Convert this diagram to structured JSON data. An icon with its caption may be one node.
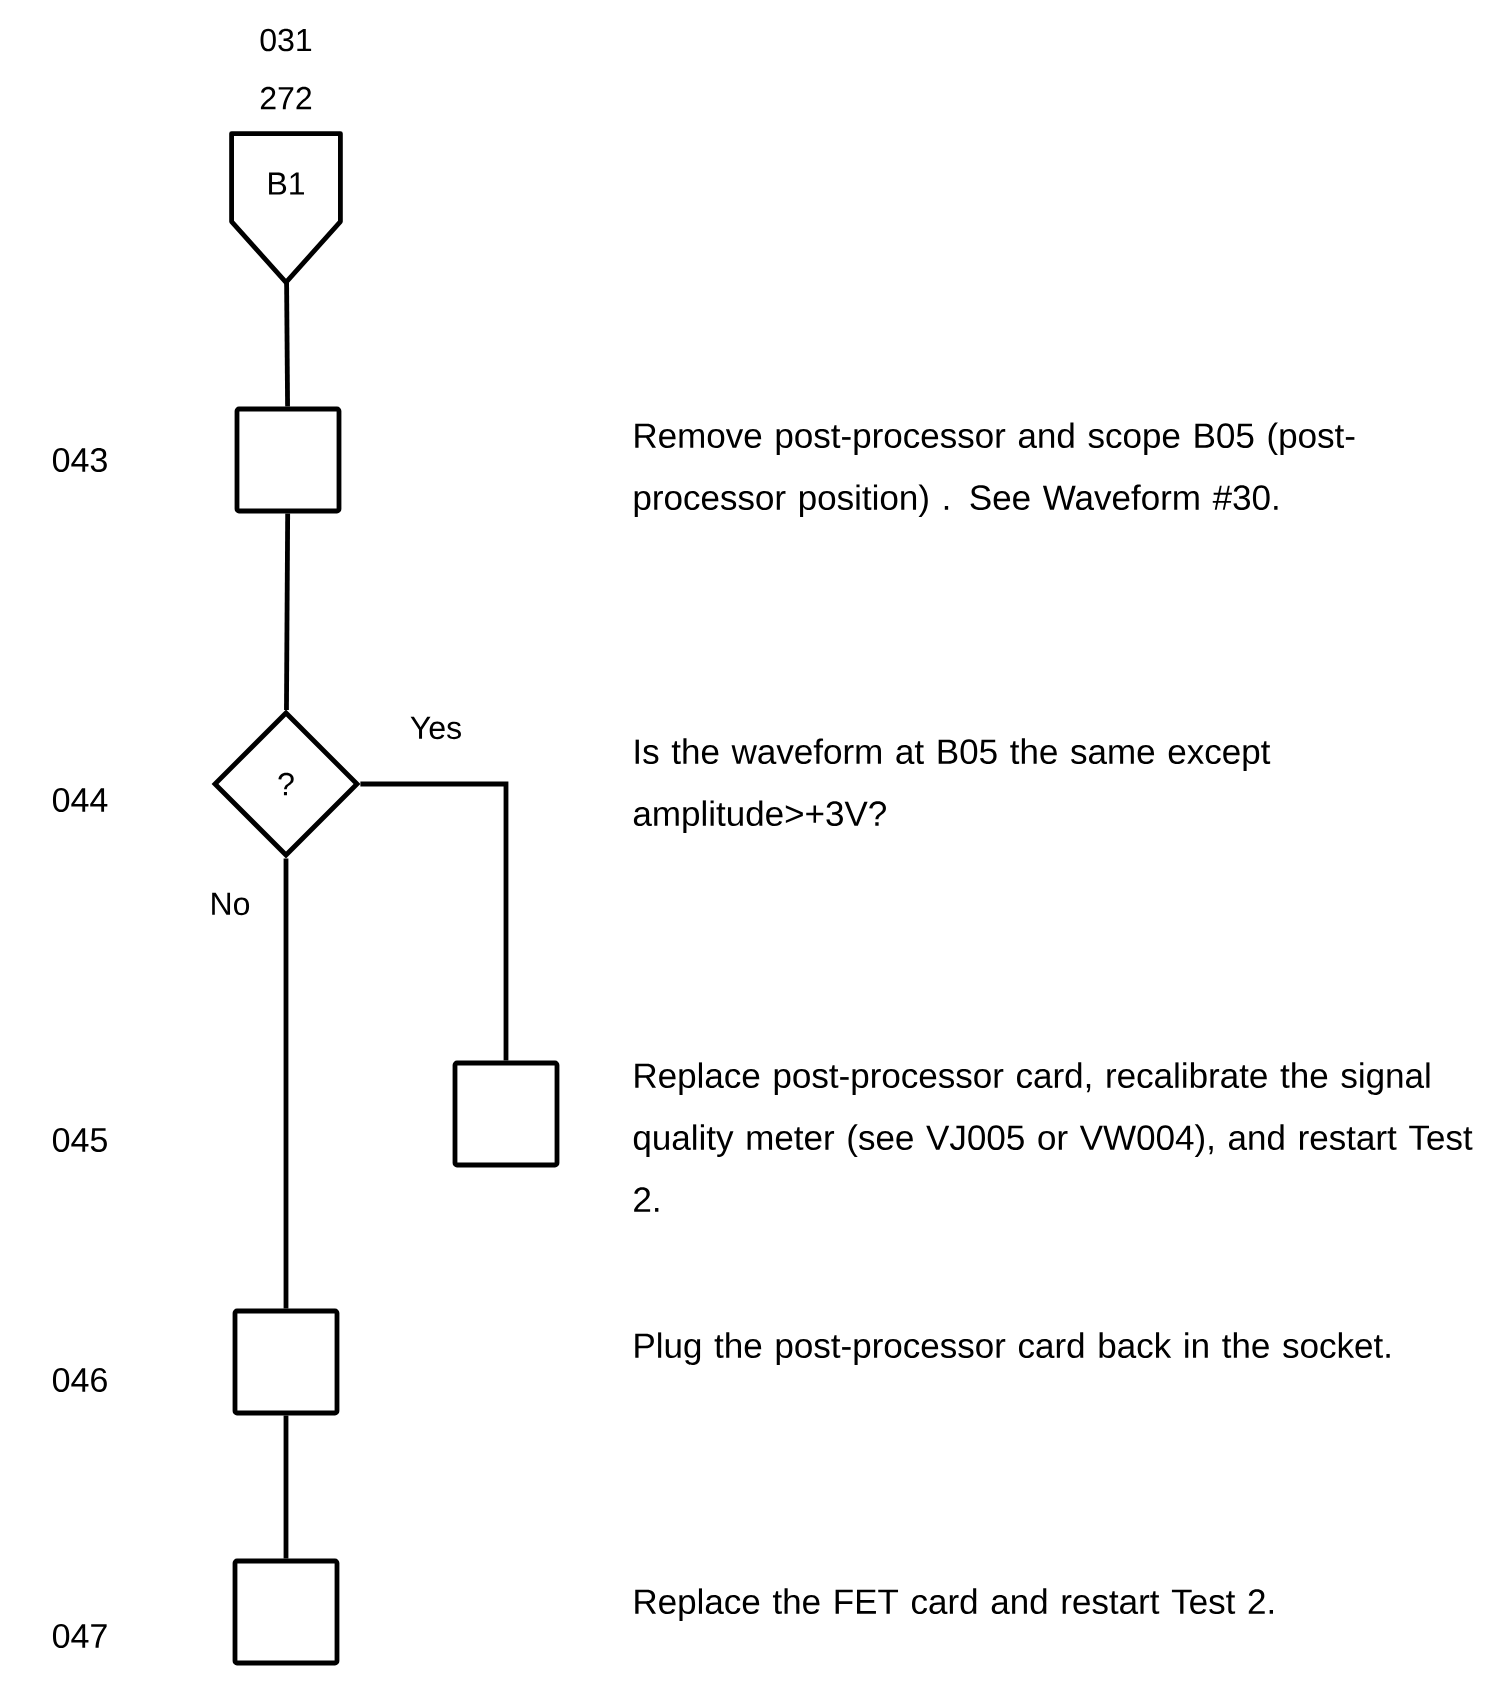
{
  "diagram": {
    "nodes": [
      {
        "text": [
          "B1"
        ],
        "beside": [
          "031",
          "272"
        ]
      },
      {
        "text": [],
        "shape": "box"
      },
      {
        "text": [
          "?"
        ]
      },
      {
        "text": [],
        "shape": "box"
      },
      {
        "text": [],
        "shape": "box"
      },
      {
        "text": [],
        "shape": "box"
      }
    ],
    "edges": [
      {
        "from": 0,
        "to": 1,
        "arrow": "none"
      },
      {
        "from": 1,
        "to": 2,
        "arrow": "none"
      },
      {
        "from": 2,
        "to": 3,
        "arrow": "none",
        "label": "Yes"
      },
      {
        "from": 2,
        "to": 4,
        "arrow": "none",
        "label": "No"
      },
      {
        "from": 4,
        "to": 5,
        "arrow": "none"
      }
    ],
    "labels": [
      "043",
      "Remove post-processor and scope B05 (post-processor position) . See Waveform #30.",
      "044",
      "Is the waveform at B05 the same except amplitude>+3V?",
      "045",
      "Replace post-processor card, recalibrate the signal quality meter (see VJ005 or VW004), and restart Test 2.",
      "046",
      "Plug the post-processor card back in the socket.",
      "047",
      "Replace the FET card and restart Test 2."
    ]
  }
}
